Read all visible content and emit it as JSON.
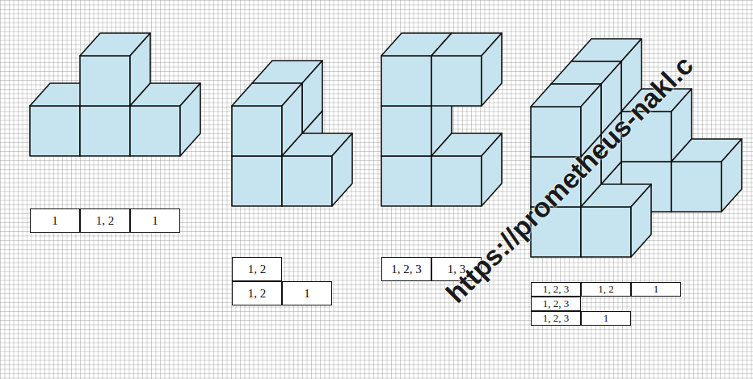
{
  "diagram": {
    "labels": [
      "1",
      "1, 2",
      "1",
      "1, 2",
      "1, 2",
      "1",
      "1, 2, 3",
      "1, 3",
      "1, 2, 3",
      "1, 2",
      "1",
      "1, 2, 3",
      "1, 2, 3",
      "1",
      "https://prometheus-nakl.c"
    ]
  }
}
